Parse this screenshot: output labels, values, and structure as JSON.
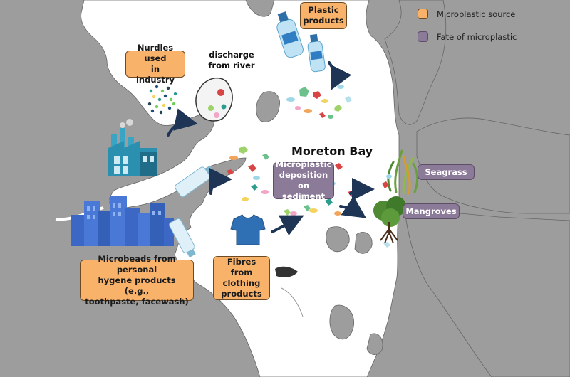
{
  "title": "Moreton Bay",
  "colors": {
    "land": "#9d9d9d",
    "water": "#ffffff",
    "source": "#f8b26a",
    "fate": "#8c7a99",
    "arrow": "#1f3556"
  },
  "legend": [
    {
      "label": "Microplastic source",
      "color": "#f8b26a"
    },
    {
      "label": "Fate of microplastic",
      "color": "#8c7a99"
    }
  ],
  "sources": {
    "plastic_products": "Plastic\nproducts",
    "nurdles": "Nurdles used\nin industry",
    "microbeads": "Microbeads from personal\nhygene products (e.g.,\ntoothpaste, facewash)",
    "fibres": "Fibres from\nclothing\nproducts"
  },
  "discharge_label": "discharge\nfrom river",
  "fates": {
    "deposition": "Microplastic\ndeposition\non sediment",
    "seagrass": "Seagrass",
    "mangroves": "Mangroves"
  },
  "icons": [
    "plastic-bottles-icon",
    "nurdle-pellets-icon",
    "factory-icon",
    "city-skyline-icon",
    "t-shirt-icon",
    "seagrass-icon",
    "mangrove-tree-icon",
    "toothpaste-tube-icon"
  ]
}
